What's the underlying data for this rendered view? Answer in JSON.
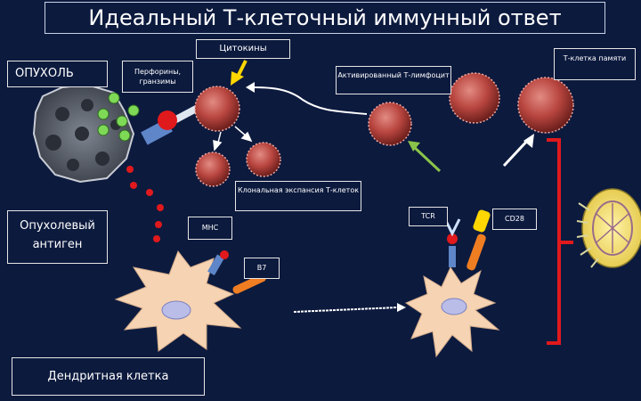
{
  "title": "Идеальный Т-клеточный иммунный ответ",
  "labels": {
    "tumor": "ОПУХОЛЬ",
    "perforins": "Перфорины, гранзимы",
    "cytokines": "Цитокины",
    "activated_lymphocyte": "Активированный Т-лимфоцит",
    "memory_cell": "Т-клетка памяти",
    "clonal_expansion": "Клональная экспансия Т-клеток",
    "tumor_antigen": "Опухолевый антиген",
    "mhc": "MHC",
    "b7": "B7",
    "tcr": "TCR",
    "cd28": "CD28",
    "dendritic_cell": "Дендритная клетка"
  },
  "colors": {
    "background": "#0c1a3e",
    "tcell": "#b8453f",
    "dendritic": "#f6d3b2",
    "antigen": "#e0191c",
    "bracket": "#e0191c",
    "green_arrow": "#8bc34a",
    "orange_receptor": "#ef7d22",
    "blue_receptor": "#5e86c8"
  }
}
